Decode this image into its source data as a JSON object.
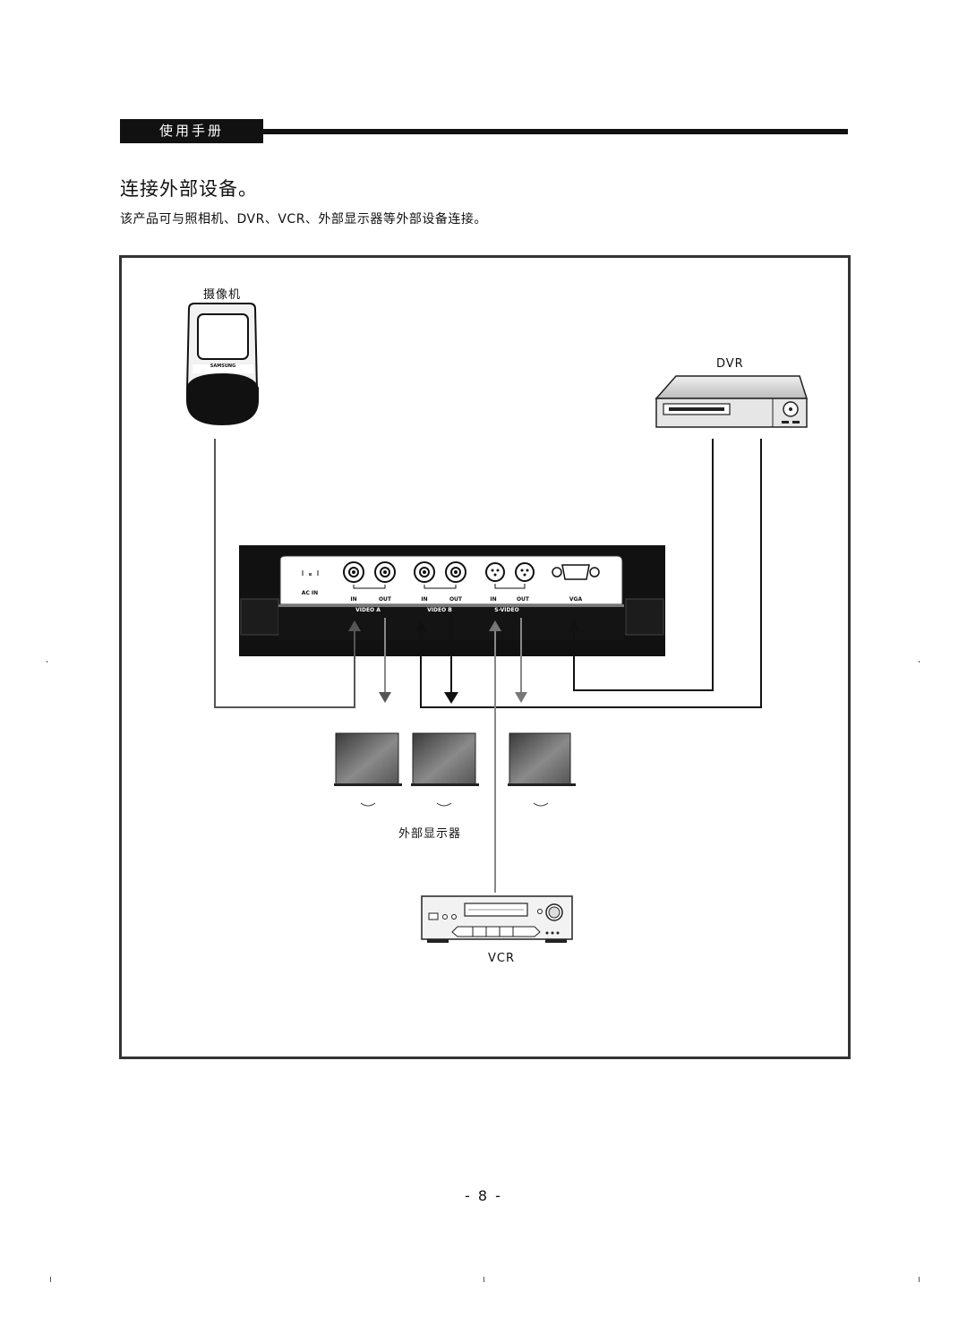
{
  "header": {
    "tab_label": "使用手册"
  },
  "section": {
    "title": "连接外部设备。",
    "intro": "该产品可与照相机、DVR、VCR、外部显示器等外部设备连接。"
  },
  "diagram": {
    "camera_label": "摄像机",
    "camera_brand": "SAMSUNG",
    "dvr_label": "DVR",
    "vcr_label": "VCR",
    "monitors_label": "外部显示器",
    "panel": {
      "ac_in": "AC IN",
      "in": "IN",
      "out": "OUT",
      "vga": "VGA",
      "video_a": "VIDEO A",
      "video_b": "VIDEO B",
      "s_video": "S-VIDEO"
    }
  },
  "footer": {
    "page_number": "- 8 -"
  }
}
